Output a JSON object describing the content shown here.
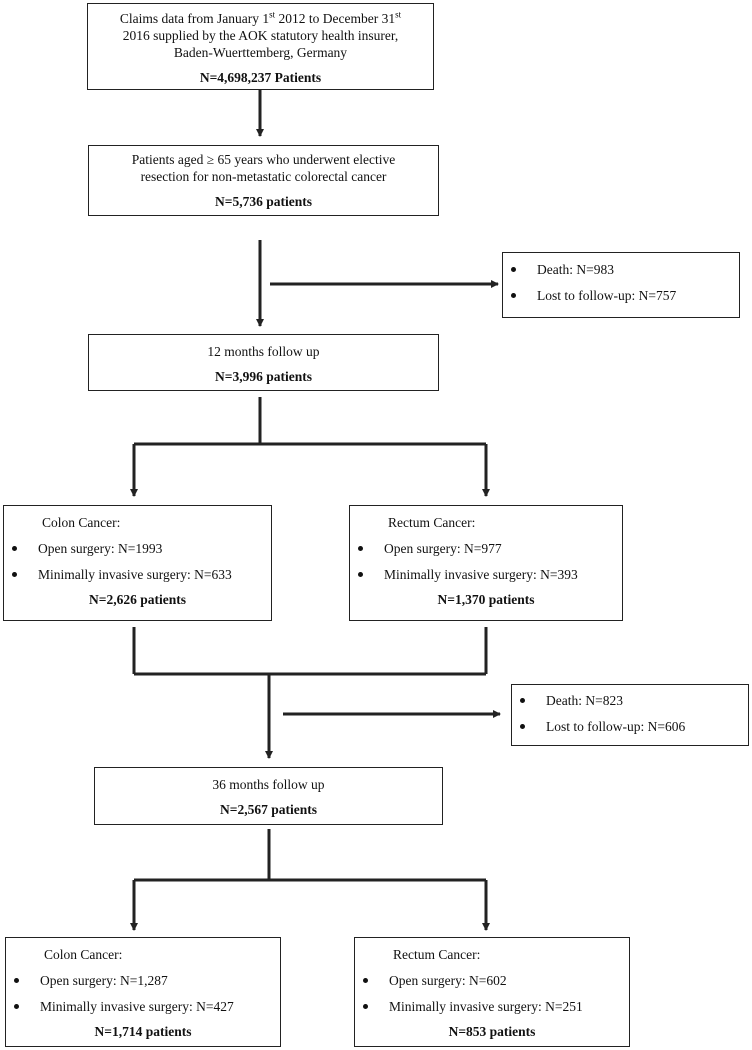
{
  "box_claims": {
    "line1": "Claims data from January 1",
    "sup1": "st",
    "line1b": " 2012 to December 31",
    "sup2": "st",
    "line2": "2016 supplied by the AOK statutory health insurer,",
    "line3": "Baden-Wuerttemberg, Germany",
    "count": "N=4,698,237 Patients"
  },
  "box_aged": {
    "line1": "Patients aged ≥ 65 years who underwent elective",
    "line2": "resection for non-metastatic colorectal cancer",
    "count": "N=5,736 patients"
  },
  "exclusion_1": {
    "items": [
      "Death: N=983",
      "Lost to follow-up: N=757"
    ]
  },
  "box_12m": {
    "title": "12 months follow up",
    "count": "N=3,996 patients"
  },
  "colon_12m": {
    "title": "Colon Cancer:",
    "items": [
      "Open surgery: N=1993",
      "Minimally invasive surgery: N=633"
    ],
    "count": "N=2,626 patients"
  },
  "rectum_12m": {
    "title": "Rectum Cancer:",
    "items": [
      "Open surgery: N=977",
      "Minimally invasive surgery: N=393"
    ],
    "count": "N=1,370 patients"
  },
  "exclusion_2": {
    "items": [
      "Death: N=823",
      "Lost to follow-up: N=606"
    ]
  },
  "box_36m": {
    "title": "36 months follow up",
    "count": "N=2,567 patients"
  },
  "colon_36m": {
    "title": "Colon Cancer:",
    "items": [
      "Open surgery: N=1,287",
      "Minimally invasive surgery: N=427"
    ],
    "count": "N=1,714 patients"
  },
  "rectum_36m": {
    "title": "Rectum Cancer:",
    "items": [
      "Open surgery: N=602",
      "Minimally invasive surgery: N=251"
    ],
    "count": "N=853 patients"
  }
}
